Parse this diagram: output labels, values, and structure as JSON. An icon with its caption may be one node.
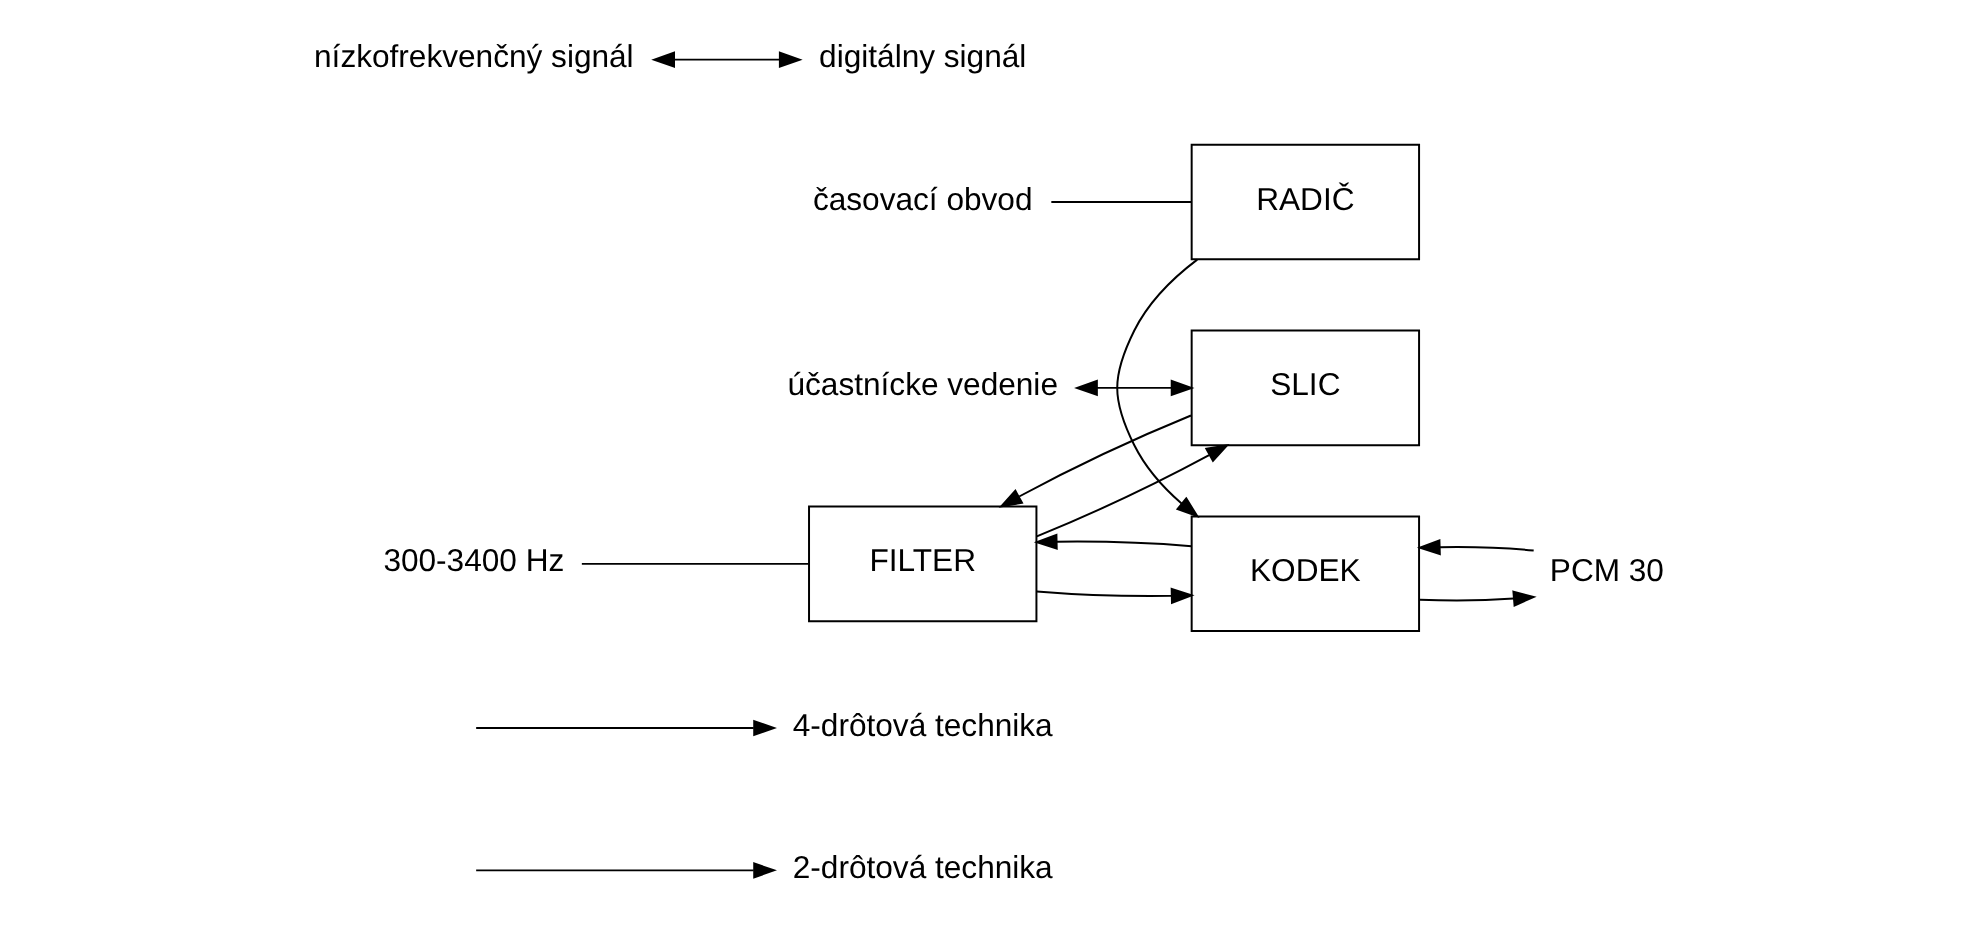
{
  "diagram": {
    "nodes": [
      {
        "text": [
          "2-drôtová technika"
        ]
      },
      {
        "text": [
          "4-drôtová technika"
        ]
      },
      {
        "text": [
          "300-3400 Hz"
        ]
      },
      {
        "text": [
          "účastnícke vedenie"
        ]
      },
      {
        "text": [
          "SLIC"
        ]
      },
      {
        "text": [
          "FILTER"
        ]
      },
      {
        "text": [
          "KODEK"
        ]
      },
      {
        "text": [
          "PCM 30"
        ]
      },
      {
        "text": [
          "RADIČ"
        ]
      },
      {
        "text": [
          "časovací obvod"
        ]
      },
      {
        "text": [
          "nízkofrekvenčný signál"
        ]
      },
      {
        "text": [
          "digitálny signál"
        ]
      }
    ],
    "edges": [
      {
        "from": null,
        "to": 0,
        "arrow": "to"
      },
      {
        "from": null,
        "to": 1,
        "arrow": "to"
      },
      {
        "from": 2,
        "to": 5,
        "arrow": "none"
      },
      {
        "from": 3,
        "to": 4,
        "arrow": "both"
      },
      {
        "from": 5,
        "to": 4,
        "arrow": "to"
      },
      {
        "from": 4,
        "to": 5,
        "arrow": "to"
      },
      {
        "from": 6,
        "to": 5,
        "arrow": "to"
      },
      {
        "from": 5,
        "to": 6,
        "arrow": "to"
      },
      {
        "from": 7,
        "to": 6,
        "arrow": "to"
      },
      {
        "from": 6,
        "to": 7,
        "arrow": "to"
      },
      {
        "from": 8,
        "to": 6,
        "arrow": "to"
      },
      {
        "from": 9,
        "to": 8,
        "arrow": "none"
      },
      {
        "from": 10,
        "to": 11,
        "arrow": "both"
      }
    ]
  }
}
